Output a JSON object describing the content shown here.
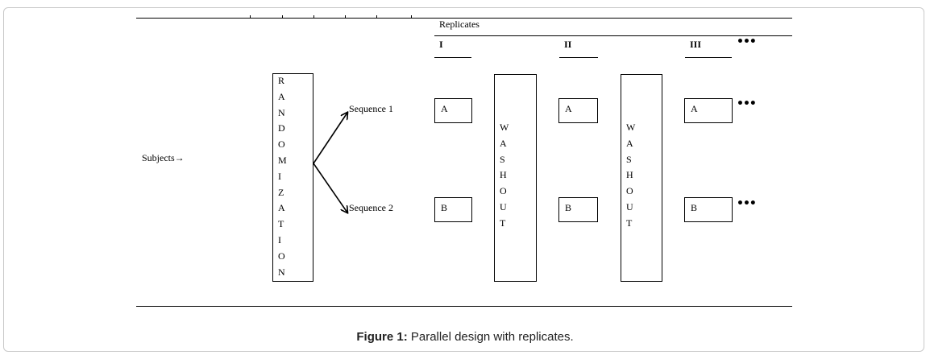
{
  "diagram": {
    "header_label": "Replicates",
    "replicate_labels": [
      "I",
      "II",
      "III"
    ],
    "subjects_label": "Subjects→",
    "randomization_letters": [
      "R",
      "A",
      "N",
      "D",
      "O",
      "M",
      "I",
      "Z",
      "A",
      "T",
      "I",
      "O",
      "N"
    ],
    "sequence_1": "Sequence 1",
    "sequence_2": "Sequence 2",
    "washout_letters": [
      "W",
      "A",
      "S",
      "H",
      "O",
      "U",
      "T"
    ],
    "treatment_a": "A",
    "treatment_b": "B",
    "ellipsis": "•••"
  },
  "caption": {
    "prefix": "Figure 1:",
    "text": " Parallel design with replicates."
  }
}
